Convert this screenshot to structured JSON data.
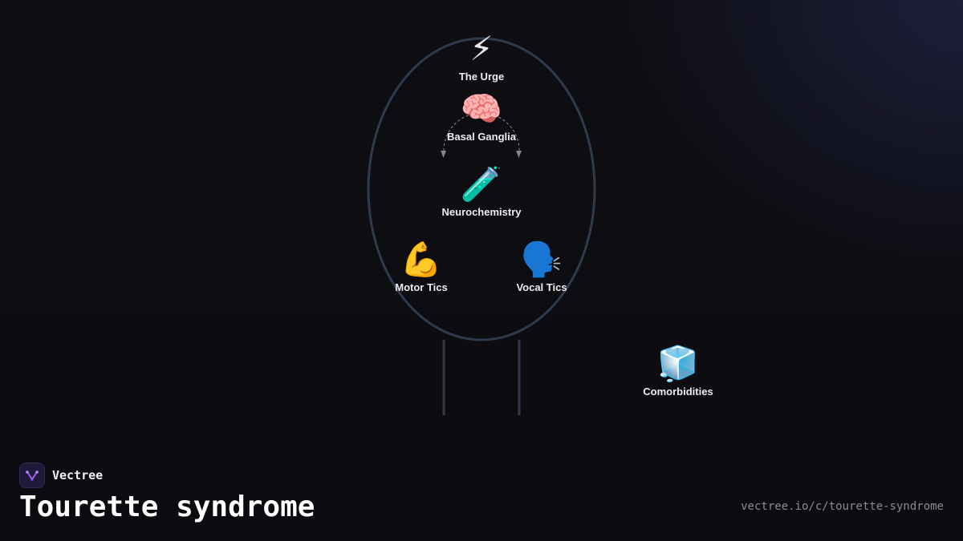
{
  "diagram": {
    "nodes": [
      {
        "id": "urge",
        "label": "The Urge",
        "icon": "lightning-icon",
        "emoji": "⚡"
      },
      {
        "id": "basal",
        "label": "Basal Ganglia",
        "icon": "brain-icon",
        "emoji": "🧠"
      },
      {
        "id": "neuro",
        "label": "Neurochemistry",
        "icon": "test-tube-icon",
        "emoji": "🧪"
      },
      {
        "id": "motor",
        "label": "Motor Tics",
        "icon": "flexed-arm-icon",
        "emoji": "💪"
      },
      {
        "id": "vocal",
        "label": "Vocal Tics",
        "icon": "speaking-head-icon",
        "emoji": "🗣️"
      },
      {
        "id": "comorb",
        "label": "Comorbidities",
        "icon": "ice-cube-icon",
        "emoji": "🧊"
      }
    ],
    "colors": {
      "outline": "#2f3a4c",
      "dashed_arc": "#8a93a3",
      "arrow": "#7d8798"
    }
  },
  "brand": {
    "name": "Vectree",
    "logo_icon": "vectree-logo-icon"
  },
  "title": "Tourette syndrome",
  "url": "vectree.io/c/tourette-syndrome"
}
